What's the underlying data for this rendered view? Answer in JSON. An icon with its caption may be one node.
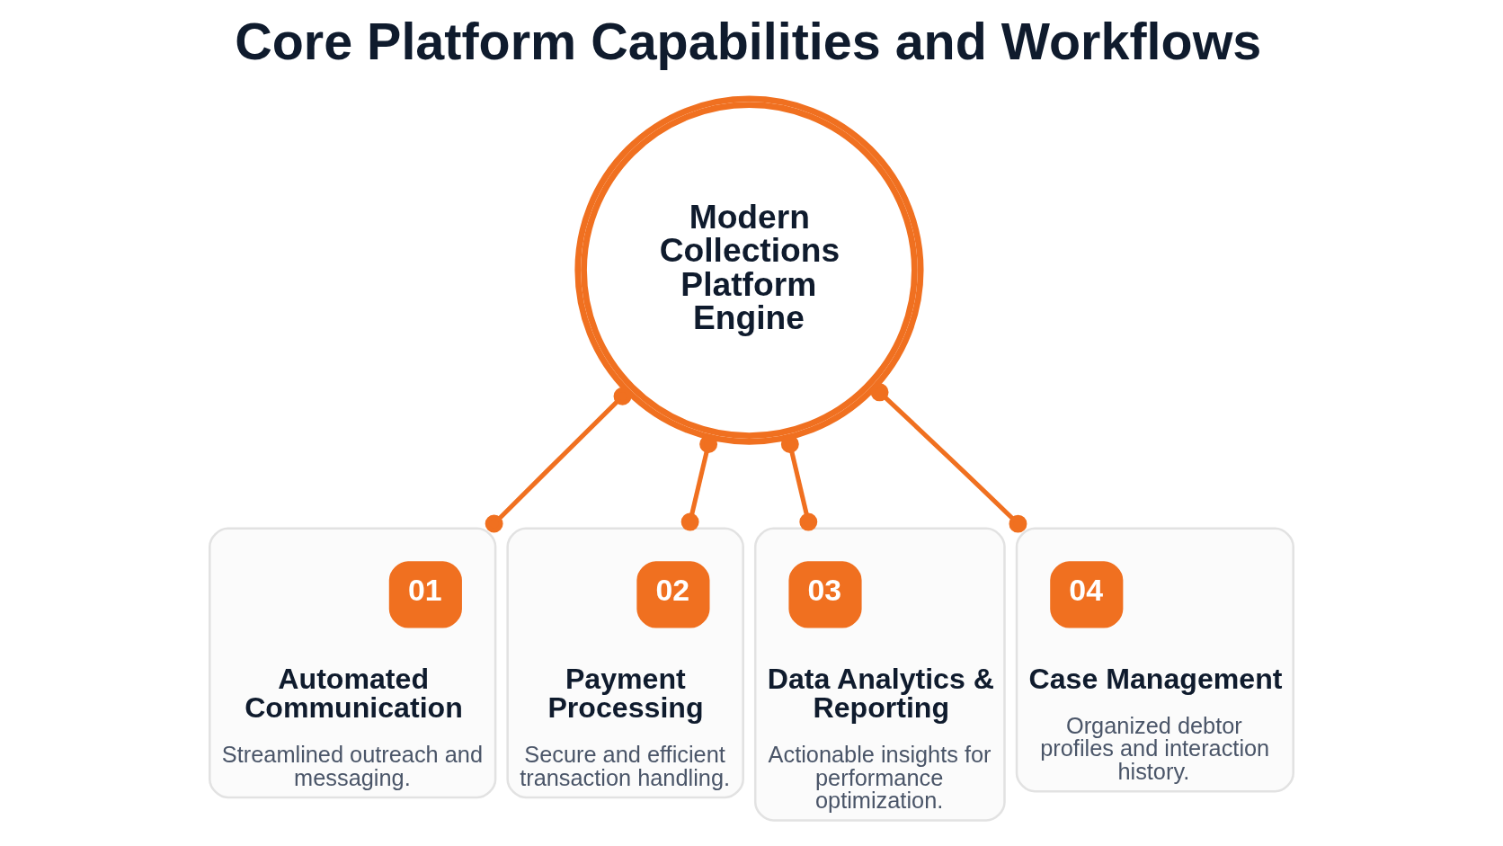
{
  "diagram": {
    "title": "Core Platform Capabilities and Workflows",
    "nodes": [
      {
        "text": [
          "Modern Collections Platform Engine"
        ]
      },
      {
        "text": [
          "Automated Communication",
          "Streamlined outreach and messaging."
        ]
      },
      {
        "text": [
          "01"
        ],
        "in": 1
      },
      {
        "text": [
          "Payment Processing",
          "Secure and efficient transaction handling."
        ]
      },
      {
        "text": [
          "02"
        ],
        "in": 3
      },
      {
        "text": [
          "Data Analytics & Reporting",
          "Actionable insights for performance optimization."
        ]
      },
      {
        "text": [
          "03"
        ],
        "in": 5
      },
      {
        "text": [
          "Case Management",
          "Organized debtor profiles and interaction history."
        ]
      },
      {
        "text": [
          "04"
        ],
        "in": 7
      }
    ],
    "edges": [
      {
        "from": 0,
        "to": 1,
        "arrow": "other"
      },
      {
        "from": 0,
        "to": 3,
        "arrow": "other"
      },
      {
        "from": 0,
        "to": 5,
        "arrow": "other"
      },
      {
        "from": 0,
        "to": 7,
        "arrow": "other"
      }
    ]
  }
}
